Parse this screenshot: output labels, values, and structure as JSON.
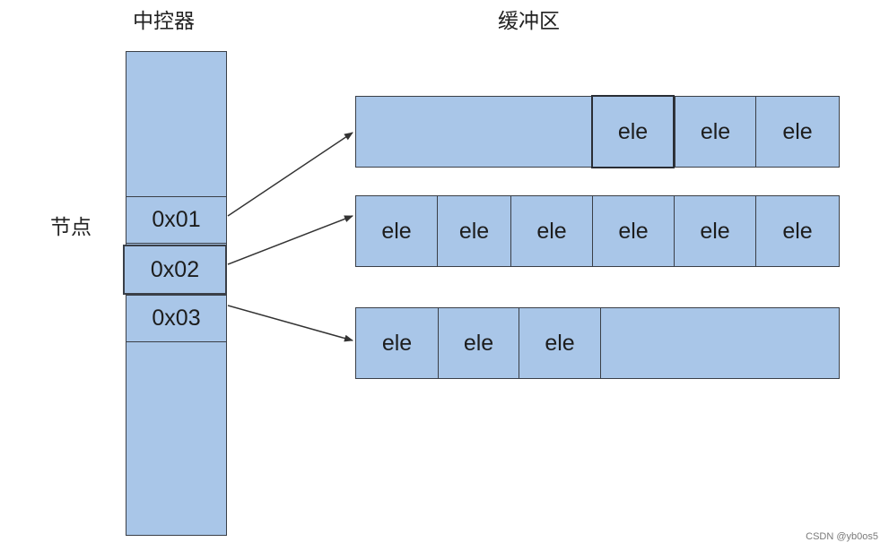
{
  "titles": {
    "controller": "中控器",
    "buffer": "缓冲区",
    "node": "节点"
  },
  "nodes": [
    {
      "label": "0x01"
    },
    {
      "label": "0x02"
    },
    {
      "label": "0x03"
    }
  ],
  "buffers": [
    {
      "cells": [
        "ele",
        "ele",
        "ele"
      ]
    },
    {
      "cells": [
        "ele",
        "ele",
        "ele",
        "ele",
        "ele",
        "ele"
      ]
    },
    {
      "cells": [
        "ele",
        "ele",
        "ele"
      ]
    }
  ],
  "links": [
    {
      "from": "0x01",
      "to": "buffer-1"
    },
    {
      "from": "0x02",
      "to": "buffer-2"
    },
    {
      "from": "0x03",
      "to": "buffer-3"
    }
  ],
  "colors": {
    "box_fill": "#a9c6e8",
    "border": "#3a3f47",
    "arrow": "#333333"
  },
  "watermark": "CSDN @yb0os5"
}
